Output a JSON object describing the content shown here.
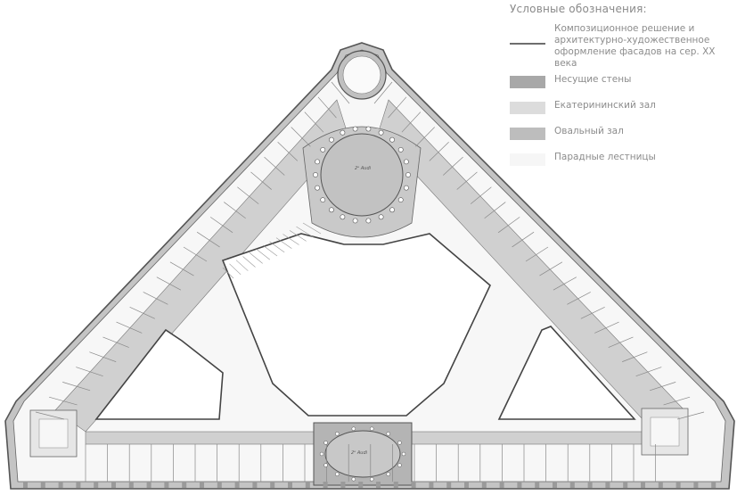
{
  "legend": {
    "title": "Условные обозначения:",
    "items": [
      {
        "key": "facade",
        "label": "Композиционное решение и\nархитектурно-художественное\nоформление фасадов на сер. XX века",
        "color": "#6e6e6e",
        "kind": "line"
      },
      {
        "key": "walls",
        "label": "Несущие стены",
        "color": "#a8a8a8",
        "kind": "swatch"
      },
      {
        "key": "catherine",
        "label": "Екатерининский зал",
        "color": "#dcdcdc",
        "kind": "swatch"
      },
      {
        "key": "oval",
        "label": "Овальный зал",
        "color": "#bdbdbd",
        "kind": "swatch"
      },
      {
        "key": "stairs",
        "label": "Парадные лестницы",
        "color": "#f6f6f6",
        "kind": "swatch"
      }
    ]
  },
  "plan": {
    "hall_label_round": "2ᵉ Audi",
    "hall_label_oval": "2ᵉ Audi"
  },
  "colors": {
    "wall": "#b8b8b8",
    "wall_dark": "#9a9a9a",
    "room": "#f8f8f8",
    "hall": "#c8c8c8",
    "outline": "#555555"
  }
}
